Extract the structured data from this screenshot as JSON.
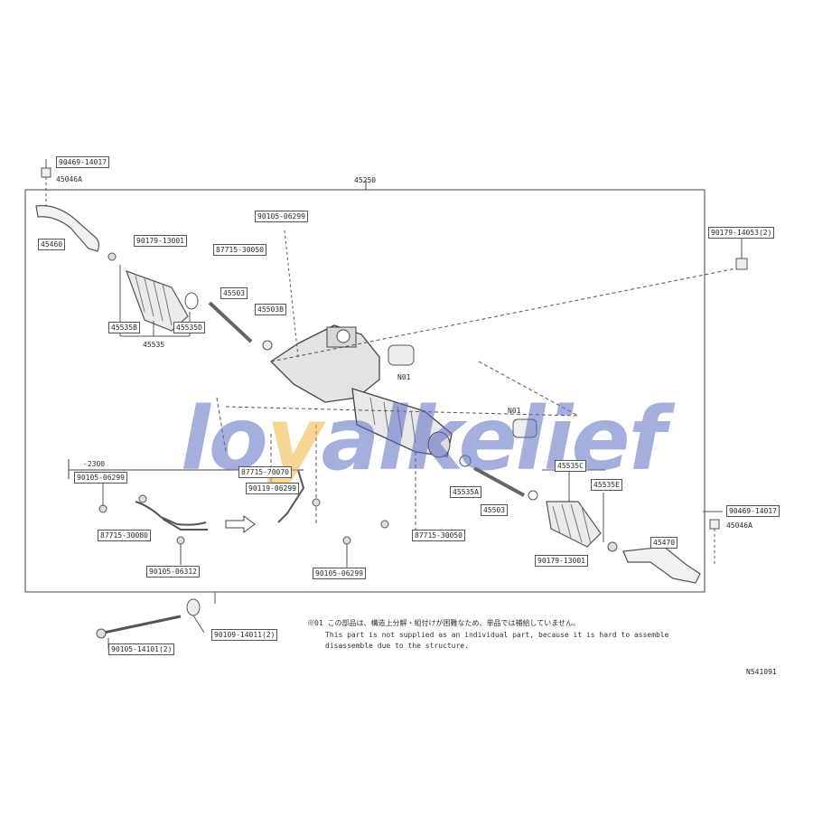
{
  "main_part": "45250",
  "labels": {
    "p90469_top": "90469-14017",
    "p45046_top": "45046A",
    "p45460": "45460",
    "p90179_left": "90179-13001",
    "p45535b": "45535B",
    "p45535d": "45535D",
    "p45535": "45535",
    "p45503": "45503",
    "p45503b": "45503B",
    "p90105_top": "90105-06299",
    "p87715_top": "87715-30050",
    "p90179_right_top": "90179-14053(2)",
    "ref_n01_a": "N01",
    "ref_n01_b": "N01",
    "dim": "-2300",
    "p90105_left": "90105-06299",
    "p87715_mid": "87715-70070",
    "p90119_mid": "90119-06299",
    "p87715_bot": "87715-30080",
    "p90105_lower": "90105-06312",
    "p87715_right": "87715-30050",
    "p90105_bot": "90105-06299",
    "p45535c": "45535C",
    "p45535a": "45535A",
    "p45503r": "45503",
    "p45535e": "45535E",
    "p90179_right": "90179-13001",
    "p45470": "45470",
    "p90469_right": "90469-14017",
    "p45046_right": "45046A",
    "p90105_bolt": "90105-14101(2)",
    "p90109_nut": "90109-14011(2)"
  },
  "note": {
    "line1": "※01 この部品は、構造上分解・組付けが困難なため、単品では補給していません。",
    "line2": "This part is not supplied as an individual part, because it is hard to assemble",
    "line3": "disassemble due to the structure."
  },
  "catalog_ref": "N541091",
  "watermark": {
    "pre": "lo",
    "acc": "y",
    "post": "alkelief"
  }
}
